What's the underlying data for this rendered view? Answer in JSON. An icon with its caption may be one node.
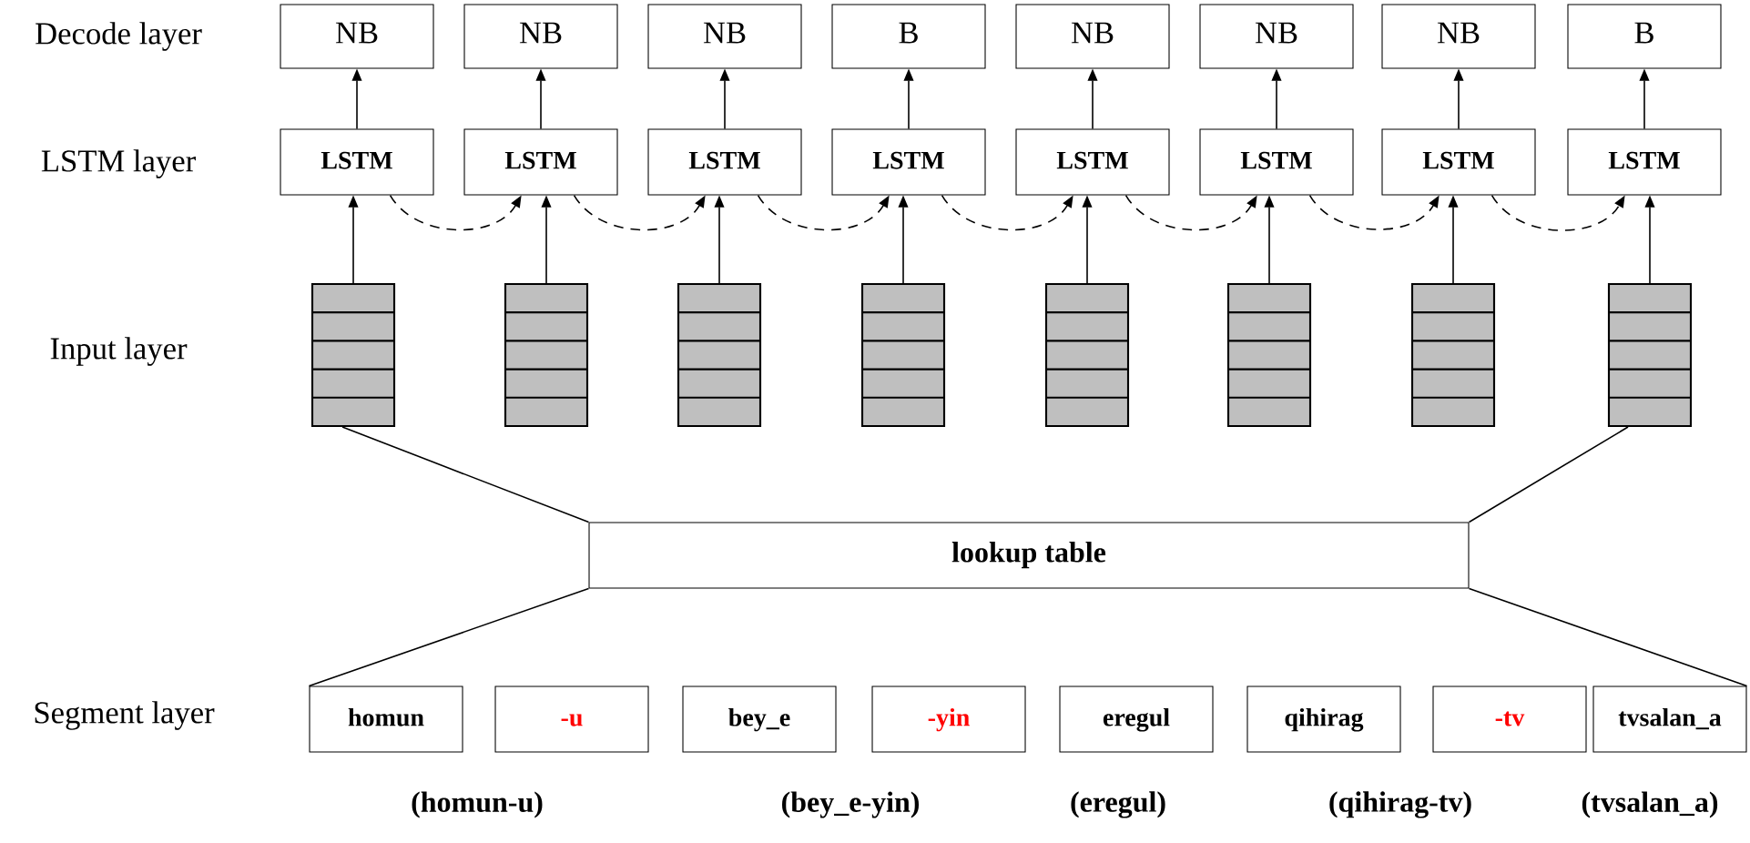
{
  "diagram": {
    "nodes": [
      {
        "text": [
          "NB"
        ]
      },
      {
        "text": [
          "NB"
        ]
      },
      {
        "text": [
          "NB"
        ]
      },
      {
        "text": [
          "B"
        ]
      },
      {
        "text": [
          "NB"
        ]
      },
      {
        "text": [
          "NB"
        ]
      },
      {
        "text": [
          "NB"
        ]
      },
      {
        "text": [
          "B"
        ]
      },
      {
        "text": [
          "LSTM"
        ]
      },
      {
        "text": [
          "LSTM"
        ]
      },
      {
        "text": [
          "LSTM"
        ]
      },
      {
        "text": [
          "LSTM"
        ]
      },
      {
        "text": [
          "LSTM"
        ]
      },
      {
        "text": [
          "LSTM"
        ]
      },
      {
        "text": [
          "LSTM"
        ]
      },
      {
        "text": [
          "LSTM"
        ]
      },
      {
        "text": [],
        "shape": "box"
      },
      {
        "text": [],
        "shape": "box"
      },
      {
        "text": [],
        "shape": "box"
      },
      {
        "text": [],
        "shape": "box"
      },
      {
        "text": [],
        "shape": "box"
      },
      {
        "text": [],
        "shape": "box"
      },
      {
        "text": [],
        "shape": "box"
      },
      {
        "text": [],
        "shape": "box"
      },
      {
        "text": [
          "lookup table"
        ]
      },
      {
        "text": [
          "homun"
        ]
      },
      {
        "text": [
          "-u"
        ]
      },
      {
        "text": [
          "bey_e"
        ]
      },
      {
        "text": [
          "-yin"
        ]
      },
      {
        "text": [
          "eregul"
        ]
      },
      {
        "text": [
          "qihirag"
        ]
      },
      {
        "text": [
          "-tv"
        ]
      },
      {
        "text": [
          "tvsalan_a"
        ]
      }
    ],
    "edges": [
      {
        "from": 8,
        "to": 0,
        "arrow": "to"
      },
      {
        "from": 9,
        "to": 1,
        "arrow": "to"
      },
      {
        "from": 10,
        "to": 2,
        "arrow": "to"
      },
      {
        "from": 11,
        "to": 3,
        "arrow": "to"
      },
      {
        "from": 12,
        "to": 4,
        "arrow": "to"
      },
      {
        "from": 13,
        "to": 5,
        "arrow": "to"
      },
      {
        "from": 14,
        "to": 6,
        "arrow": "to"
      },
      {
        "from": 15,
        "to": 7,
        "arrow": "to"
      },
      {
        "from": 16,
        "to": 8,
        "arrow": "to"
      },
      {
        "from": 17,
        "to": 9,
        "arrow": "to"
      },
      {
        "from": 18,
        "to": 10,
        "arrow": "to"
      },
      {
        "from": 19,
        "to": 11,
        "arrow": "to"
      },
      {
        "from": 20,
        "to": 12,
        "arrow": "to"
      },
      {
        "from": 21,
        "to": 13,
        "arrow": "to"
      },
      {
        "from": 22,
        "to": 14,
        "arrow": "to"
      },
      {
        "from": 23,
        "to": 15,
        "arrow": "to"
      },
      {
        "from": 8,
        "to": 9,
        "arrow": "to",
        "style": "dashed"
      },
      {
        "from": 9,
        "to": 10,
        "arrow": "to",
        "style": "dashed"
      },
      {
        "from": 10,
        "to": 11,
        "arrow": "to",
        "style": "dashed"
      },
      {
        "from": 11,
        "to": 12,
        "arrow": "to",
        "style": "dashed"
      },
      {
        "from": 12,
        "to": 13,
        "arrow": "to",
        "style": "dashed"
      },
      {
        "from": 13,
        "to": 14,
        "arrow": "to",
        "style": "dashed"
      },
      {
        "from": 14,
        "to": 15,
        "arrow": "to",
        "style": "dashed"
      },
      {
        "from": 24,
        "to": 16,
        "arrow": "none"
      },
      {
        "from": 24,
        "to": 23,
        "arrow": "none"
      },
      {
        "from": 25,
        "to": 24,
        "arrow": "none"
      },
      {
        "from": 32,
        "to": 24,
        "arrow": "none"
      }
    ],
    "labels": [
      "Decode layer",
      "LSTM layer",
      "Input layer",
      "Segment layer",
      "(homun-u)",
      "(bey_e-yin)",
      "(eregul)",
      "(qihirag-tv)",
      "(tvsalan_a)"
    ]
  }
}
